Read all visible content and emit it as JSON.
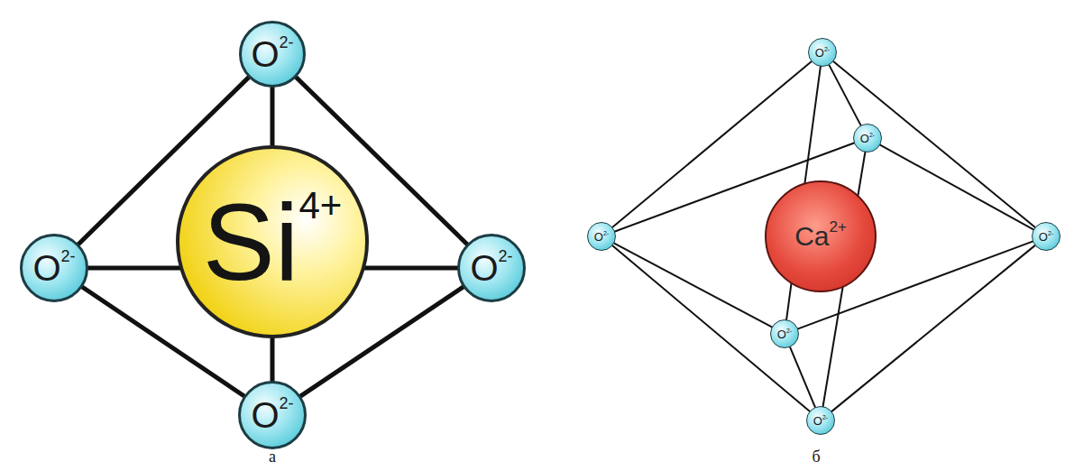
{
  "diagram": {
    "nodes": [
      {
        "text": [
          "O",
          "2-"
        ]
      },
      {
        "text": [
          "O",
          "2-"
        ]
      },
      {
        "text": [
          "Si",
          "4+"
        ]
      },
      {
        "text": [
          "O",
          "2-"
        ]
      },
      {
        "text": [
          "O",
          "2-"
        ]
      },
      {
        "text": [
          "O",
          "2-"
        ]
      },
      {
        "text": [
          "O",
          "2-"
        ]
      },
      {
        "text": [
          "O",
          "2-"
        ]
      },
      {
        "text": [
          "Ca",
          "2+"
        ]
      },
      {
        "text": [
          "O",
          "2-"
        ]
      },
      {
        "text": [
          "O",
          "2-"
        ]
      },
      {
        "text": [
          "O",
          "2-"
        ]
      }
    ],
    "edges": [
      {
        "from": 0,
        "to": 1,
        "arrow": "none"
      },
      {
        "from": 0,
        "to": 3,
        "arrow": "none"
      },
      {
        "from": 0,
        "to": 4,
        "arrow": "none"
      },
      {
        "from": 1,
        "to": 3,
        "arrow": "none"
      },
      {
        "from": 1,
        "to": 4,
        "arrow": "none"
      },
      {
        "from": 3,
        "to": 4,
        "arrow": "none"
      },
      {
        "from": 5,
        "to": 7,
        "arrow": "none"
      },
      {
        "from": 5,
        "to": 9,
        "arrow": "none"
      },
      {
        "from": 5,
        "to": 6,
        "arrow": "none"
      },
      {
        "from": 5,
        "to": 10,
        "arrow": "none"
      },
      {
        "from": 11,
        "to": 7,
        "arrow": "none"
      },
      {
        "from": 11,
        "to": 9,
        "arrow": "none"
      },
      {
        "from": 11,
        "to": 6,
        "arrow": "none"
      },
      {
        "from": 11,
        "to": 10,
        "arrow": "none"
      },
      {
        "from": 7,
        "to": 6,
        "arrow": "none"
      },
      {
        "from": 6,
        "to": 9,
        "arrow": "none"
      },
      {
        "from": 9,
        "to": 10,
        "arrow": "none"
      },
      {
        "from": 10,
        "to": 7,
        "arrow": "none"
      }
    ],
    "labels": [
      "а",
      "б"
    ]
  }
}
